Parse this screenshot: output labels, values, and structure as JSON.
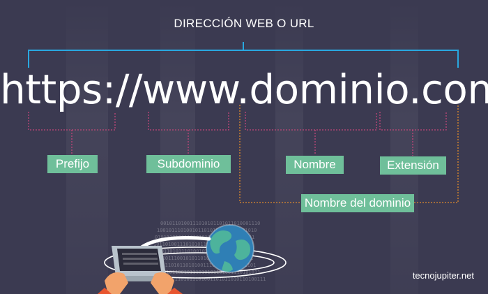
{
  "title": "DIRECCIÓN WEB O URL",
  "url": "https://www.dominio.com",
  "labels": {
    "prefix": "Prefijo",
    "subdomain": "Subdominio",
    "name": "Nombre",
    "extension": "Extensión",
    "domain_name": "Nombre del dominio"
  },
  "watermark": "tecnojupiter.net",
  "colors": {
    "background": "#3b3a51",
    "bracket_main": "#29a8e0",
    "bracket_parts": "#c2467a",
    "bracket_domain": "#e08a2c",
    "label_bg": "#6fbf9a"
  }
}
